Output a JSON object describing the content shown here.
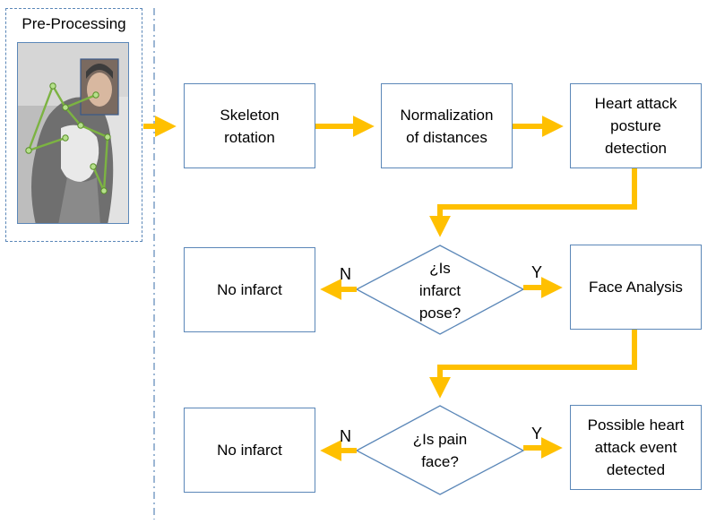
{
  "pre_processing": {
    "title": "Pre-Processing"
  },
  "boxes": {
    "skeleton_rotation": "Skeleton\nrotation",
    "normalization": "Normalization\nof distances",
    "posture_detection": "Heart attack\nposture\ndetection",
    "no_infarct_1": "No infarct",
    "face_analysis": "Face Analysis",
    "no_infarct_2": "No infarct",
    "event_detected": "Possible heart\nattack event\ndetected"
  },
  "decisions": {
    "infarct_pose": "¿Is\ninfarct\npose?",
    "pain_face": "¿Is pain\nface?"
  },
  "branch_labels": {
    "no": "N",
    "yes": "Y"
  },
  "colors": {
    "arrow": "#ffc000",
    "border": "#5b87b8"
  }
}
